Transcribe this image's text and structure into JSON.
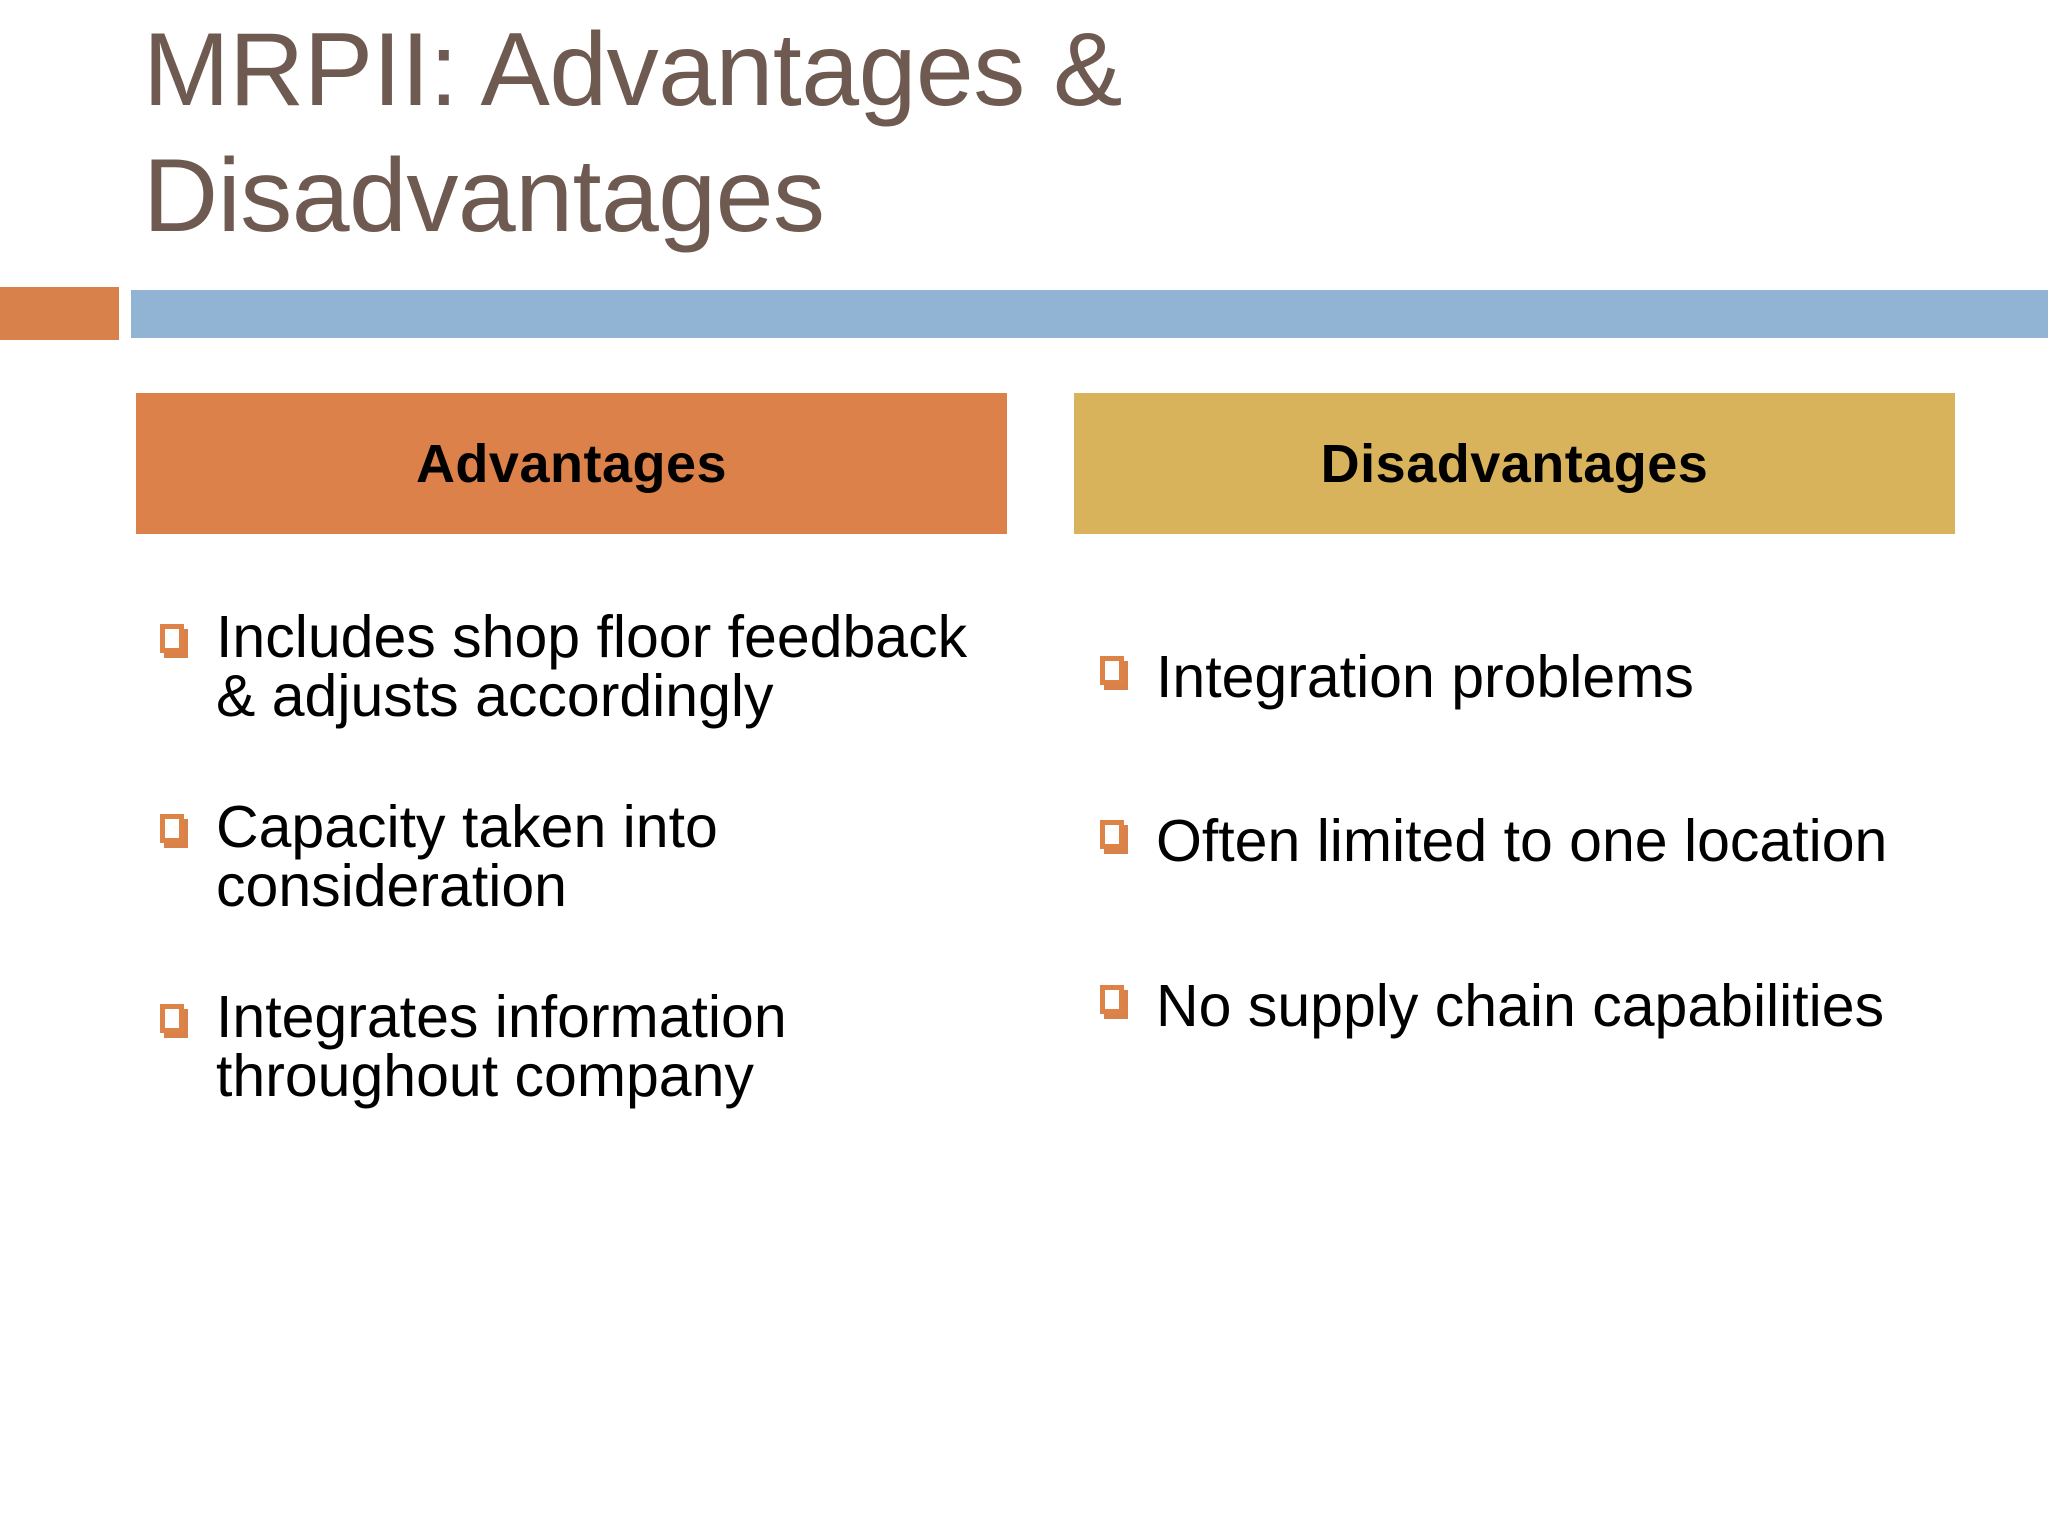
{
  "slide": {
    "title": "MRPII: Advantages & Disadvantages",
    "background_color": "#FFFFFF",
    "title_color": "#6E5A51"
  },
  "decor": {
    "accent_square_color": "#D9814A",
    "divider_bar_color": "#91B4D4"
  },
  "columns": {
    "left": {
      "header_label": "Advantages",
      "header_bg_color": "#DC8149",
      "bullet_color": "#DE8348",
      "items": [
        {
          "text": "Includes shop floor feedback & adjusts accordingly"
        },
        {
          "text": "Capacity taken into consideration"
        },
        {
          "text": "Integrates information throughout company"
        }
      ]
    },
    "right": {
      "header_label": "Disadvantages",
      "header_bg_color": "#D9B25C",
      "bullet_color": "#DE8348",
      "items": [
        {
          "text": "Integration problems"
        },
        {
          "text": "Often limited to one location"
        },
        {
          "text": "No supply chain capabilities"
        }
      ]
    }
  }
}
